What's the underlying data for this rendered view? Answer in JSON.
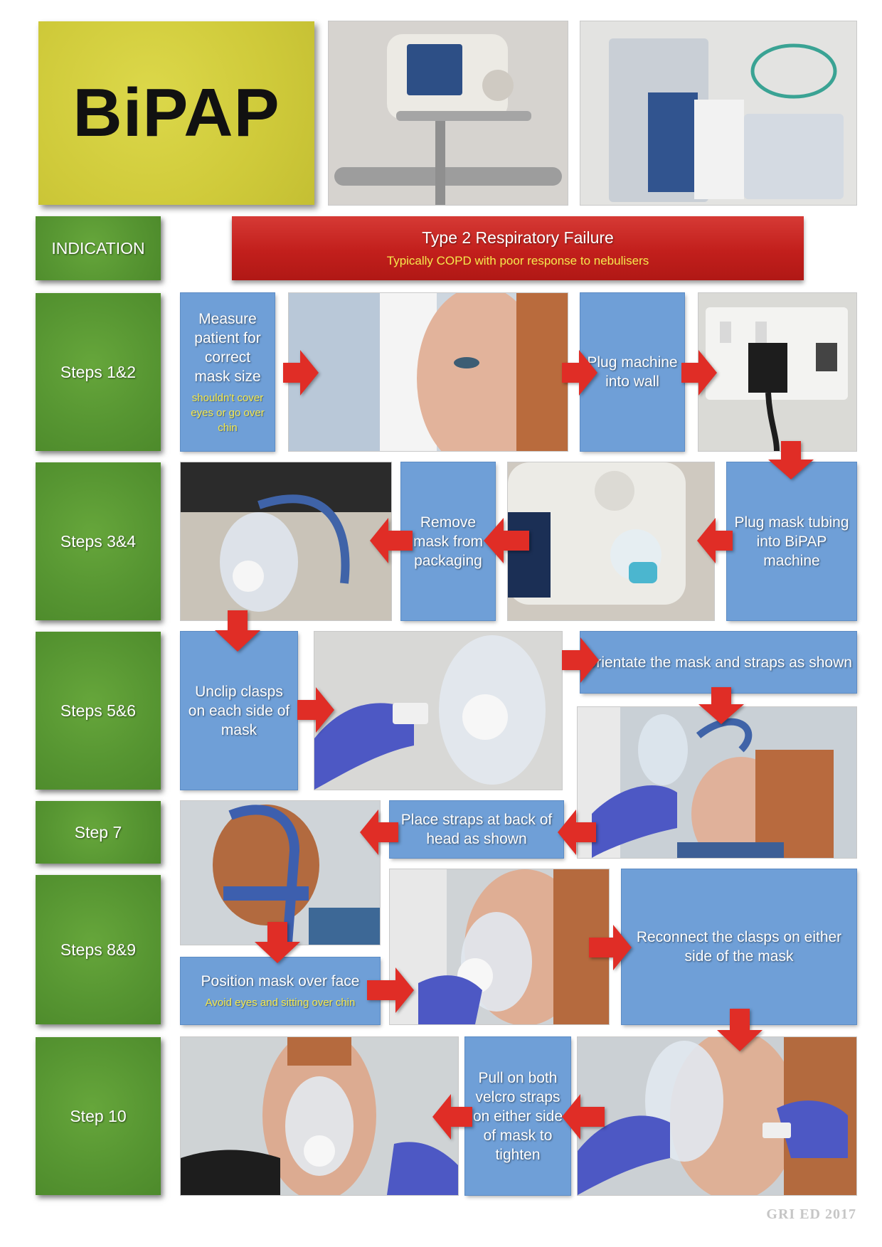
{
  "title": "BiPAP",
  "indication": {
    "label": "INDICATION",
    "title": "Type 2 Respiratory Failure",
    "subtitle": "Typically COPD with poor response to nebulisers"
  },
  "steps": {
    "s12": "Steps 1&2",
    "s34": "Steps 3&4",
    "s56": "Steps 5&6",
    "s7": "Step 7",
    "s89": "Steps 8&9",
    "s10": "Step 10"
  },
  "instructions": {
    "measure": "Measure patient for correct mask size",
    "measure_note": "shouldn't cover eyes or go over chin",
    "plug_wall": "Plug machine into wall",
    "plug_tubing": "Plug mask tubing into BiPAP machine",
    "remove_mask": "Remove mask from packaging",
    "unclip": "Unclip clasps on each side of mask",
    "orientate": "Orientate the mask and straps as shown",
    "place_straps": "Place straps at back of head as shown",
    "position": "Position mask over face",
    "position_note": "Avoid eyes and sitting over chin",
    "reconnect": "Reconnect the clasps on either side of the mask",
    "pull": "Pull on both velcro straps on either side of mask to tighten"
  },
  "footer": "GRI ED 2017",
  "colors": {
    "title_bg": "#cfca3a",
    "step_bg": "#579632",
    "banner_bg": "#c21f1c",
    "instruction_bg": "#6f9fd7",
    "note_text": "#f5e94d",
    "arrow": "#e02d26"
  }
}
